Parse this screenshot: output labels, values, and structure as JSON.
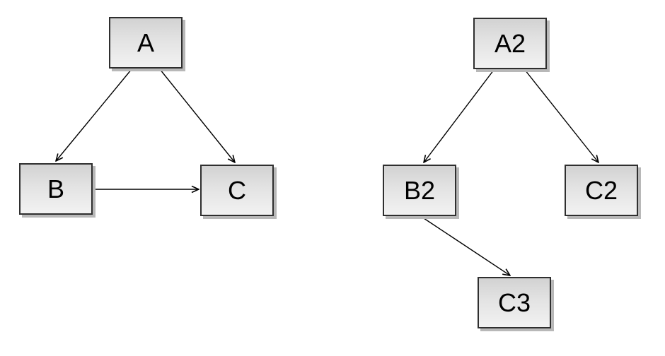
{
  "diagrams": [
    {
      "id": "left-graph",
      "nodes": [
        {
          "id": "A",
          "label": "A"
        },
        {
          "id": "B",
          "label": "B"
        },
        {
          "id": "C",
          "label": "C"
        }
      ],
      "edges": [
        {
          "from": "A",
          "to": "B"
        },
        {
          "from": "A",
          "to": "C"
        },
        {
          "from": "B",
          "to": "C"
        }
      ]
    },
    {
      "id": "right-graph",
      "nodes": [
        {
          "id": "A2",
          "label": "A2"
        },
        {
          "id": "B2",
          "label": "B2"
        },
        {
          "id": "C2",
          "label": "C2"
        },
        {
          "id": "C3",
          "label": "C3"
        }
      ],
      "edges": [
        {
          "from": "A2",
          "to": "B2"
        },
        {
          "from": "A2",
          "to": "C2"
        },
        {
          "from": "B2",
          "to": "C3"
        }
      ]
    }
  ],
  "colors": {
    "background": "#ffffff",
    "node_fill_top": "#d2d2d2",
    "node_fill_bottom": "#f2f2f2",
    "node_border": "#2f2f2f",
    "node_shadow": "#b8b8b8",
    "edge": "#000000",
    "label_text": "#000000"
  }
}
